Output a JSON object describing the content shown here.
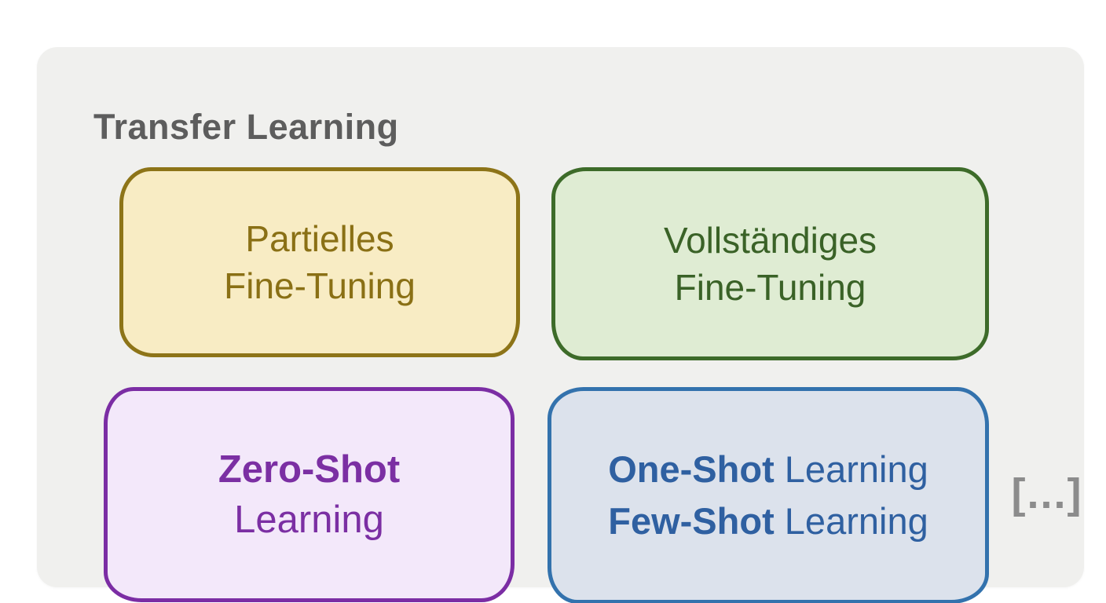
{
  "panel": {
    "title": "Transfer Learning",
    "ellipsis": "[...]"
  },
  "boxes": {
    "partial": {
      "line1": "Partielles",
      "line2": "Fine-Tuning",
      "fill": "#f8ecc4",
      "border": "#8d7418",
      "text_color": "#8a7015"
    },
    "full": {
      "line1": "Vollständiges",
      "line2": "Fine-Tuning",
      "fill": "#dfecd3",
      "border": "#3d6b29",
      "text_color": "#3a6227"
    },
    "zero": {
      "line1_bold": "Zero-Shot",
      "line2": "Learning",
      "fill": "#f3e8fa",
      "border": "#7b2da4",
      "text_color": "#7b2fa3"
    },
    "one_few": {
      "line1_bold": "One-Shot",
      "line1_rest": "Learning",
      "line2_bold": "Few-Shot",
      "line2_rest": "Learning",
      "fill": "#dce2ec",
      "border": "#3372ad",
      "text_color": "#2f60a1"
    }
  },
  "colors": {
    "page_background": "#ffffff",
    "panel_background": "#f0f0ee",
    "title_text": "#5d5d5d",
    "ellipsis_text": "#8c8c8c"
  }
}
